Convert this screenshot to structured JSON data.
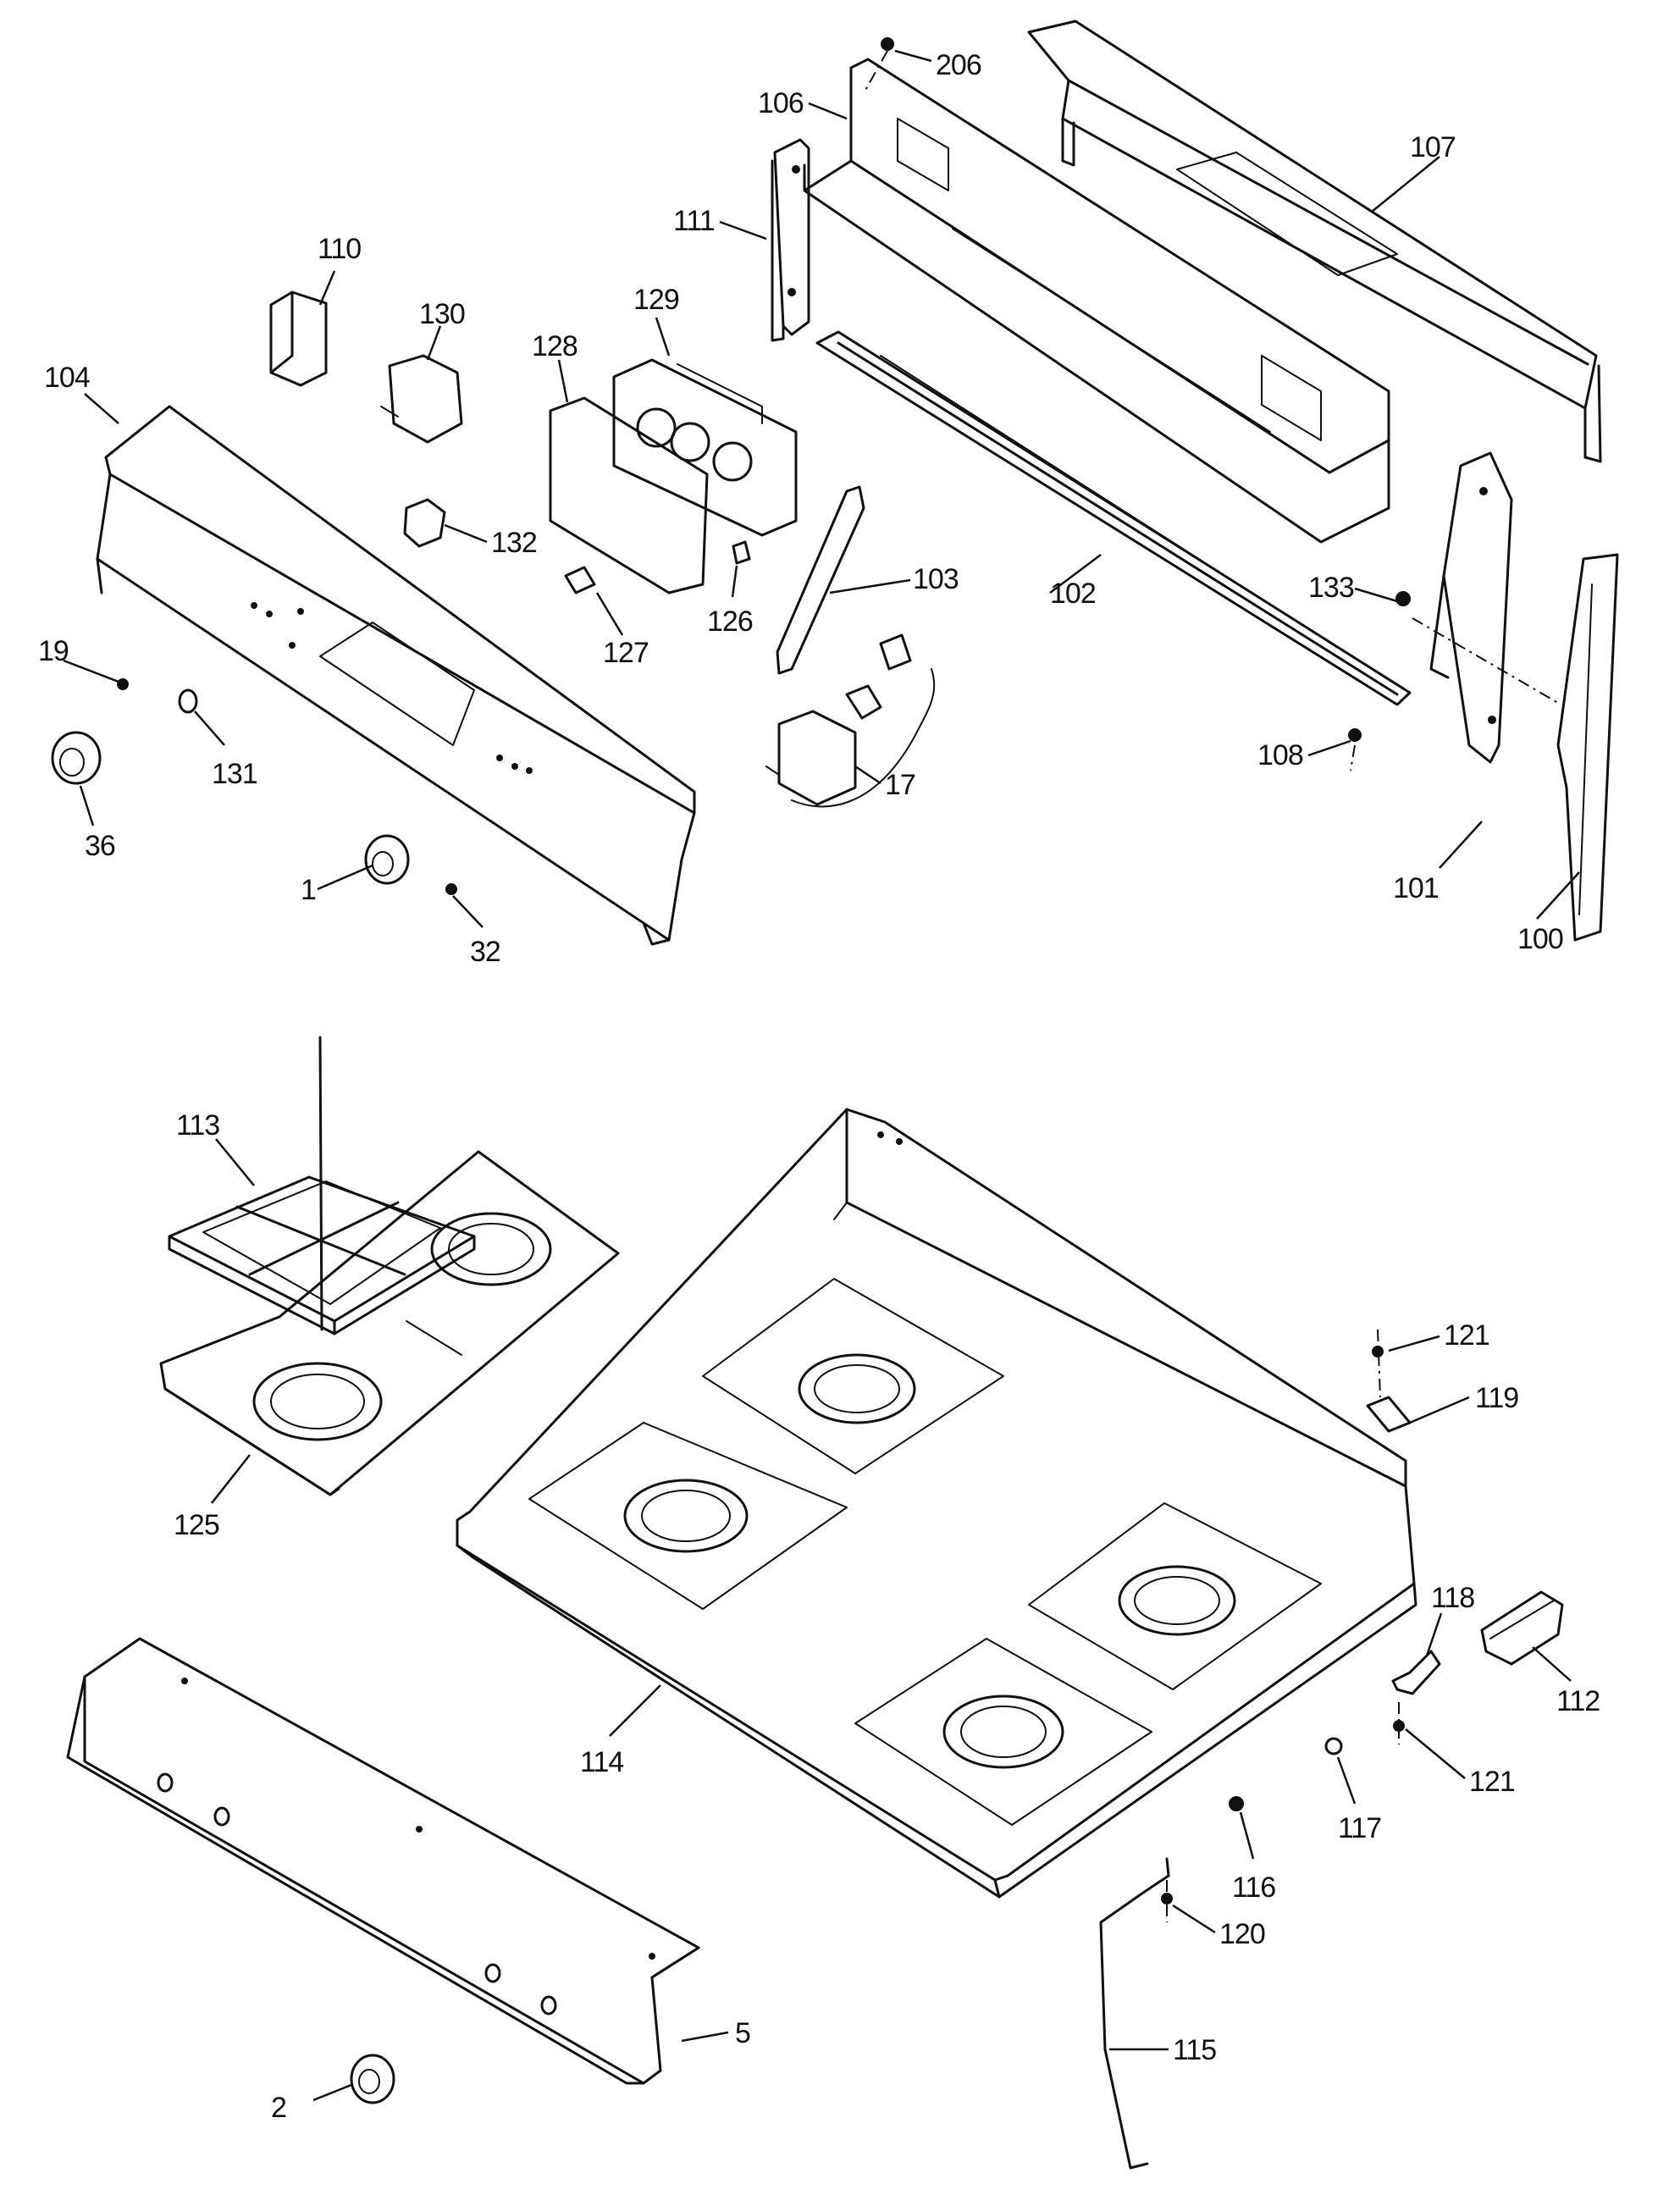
{
  "callouts": [
    {
      "id": "c206",
      "label": "206"
    },
    {
      "id": "c106",
      "label": "106"
    },
    {
      "id": "c107",
      "label": "107"
    },
    {
      "id": "c111",
      "label": "111"
    },
    {
      "id": "c110",
      "label": "110"
    },
    {
      "id": "c130",
      "label": "130"
    },
    {
      "id": "c129",
      "label": "129"
    },
    {
      "id": "c128",
      "label": "128"
    },
    {
      "id": "c104",
      "label": "104"
    },
    {
      "id": "c132",
      "label": "132"
    },
    {
      "id": "c103",
      "label": "103"
    },
    {
      "id": "c102",
      "label": "102"
    },
    {
      "id": "c133",
      "label": "133"
    },
    {
      "id": "c127",
      "label": "127"
    },
    {
      "id": "c126",
      "label": "126"
    },
    {
      "id": "c19",
      "label": "19"
    },
    {
      "id": "c131",
      "label": "131"
    },
    {
      "id": "c17",
      "label": "17"
    },
    {
      "id": "c108",
      "label": "108"
    },
    {
      "id": "c36",
      "label": "36"
    },
    {
      "id": "c1",
      "label": "1"
    },
    {
      "id": "c32",
      "label": "32"
    },
    {
      "id": "c101",
      "label": "101"
    },
    {
      "id": "c100",
      "label": "100"
    },
    {
      "id": "c113",
      "label": "113"
    },
    {
      "id": "c121a",
      "label": "121"
    },
    {
      "id": "c119",
      "label": "119"
    },
    {
      "id": "c125",
      "label": "125"
    },
    {
      "id": "c118",
      "label": "118"
    },
    {
      "id": "c112",
      "label": "112"
    },
    {
      "id": "c114",
      "label": "114"
    },
    {
      "id": "c121b",
      "label": "121"
    },
    {
      "id": "c117",
      "label": "117"
    },
    {
      "id": "c116",
      "label": "116"
    },
    {
      "id": "c120",
      "label": "120"
    },
    {
      "id": "c115",
      "label": "115"
    },
    {
      "id": "c5",
      "label": "5"
    },
    {
      "id": "c2",
      "label": "2"
    }
  ]
}
